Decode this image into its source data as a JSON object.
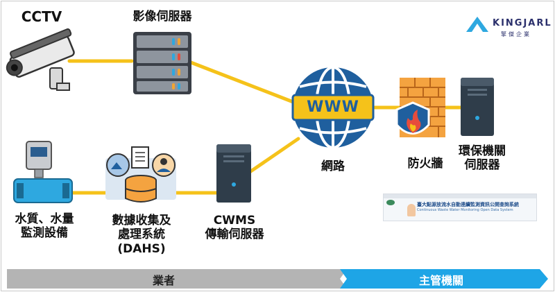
{
  "brand": {
    "name": "KINGJARL",
    "subtitle": "擎傑企業"
  },
  "nodes": {
    "cctv": "CCTV",
    "video_server": "影像伺服器",
    "network": "網路",
    "www": "WWW",
    "firewall": "防火牆",
    "epa_server": "環保機關\n伺服器",
    "water_device": "水質、水量\n監測設備",
    "dahs": "數據收集及\n處理系統\n(DAHS)",
    "cwms": "CWMS\n傳輸伺服器"
  },
  "website": {
    "title": "臺大點源放流水自動連續監測資訊公開查詢系統",
    "subtitle": "Continuous Waste Water Monitoring Open Data System"
  },
  "bottom_bar": {
    "left_label": "業者",
    "right_label": "主管機關"
  },
  "colors": {
    "connector": "#f5c21a",
    "globe": "#1f5f9e",
    "accent": "#2ea8e0",
    "bar_left": "#b4b4b4",
    "bar_right": "#1ea5e6"
  }
}
